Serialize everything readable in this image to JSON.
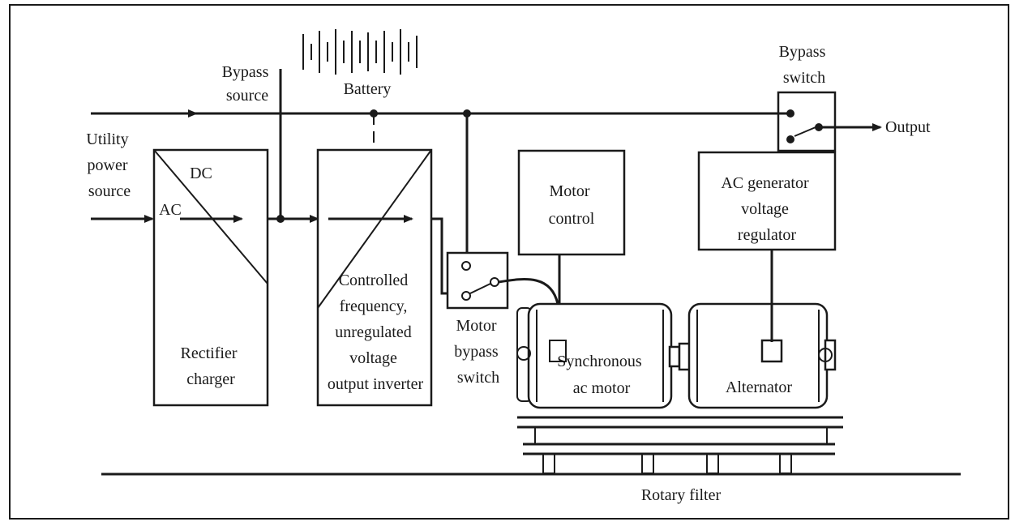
{
  "labels": {
    "bypass_source": [
      "Bypass",
      "source"
    ],
    "battery": "Battery",
    "utility_power_source": [
      "Utility",
      "power",
      "source"
    ],
    "dc": "DC",
    "ac": "AC",
    "rectifier_charger": [
      "Rectifier",
      "charger"
    ],
    "inverter": [
      "Controlled",
      "frequency,",
      "unregulated",
      "voltage",
      "output inverter"
    ],
    "motor_bypass_switch": [
      "Motor",
      "bypass",
      "switch"
    ],
    "motor_control": [
      "Motor",
      "control"
    ],
    "synchronous_ac_motor": [
      "Synchronous",
      "ac motor"
    ],
    "bypass_switch": [
      "Bypass",
      "switch"
    ],
    "output": "Output",
    "ac_generator_voltage_regulator": [
      "AC generator",
      "voltage",
      "regulator"
    ],
    "alternator": "Alternator",
    "rotary_filter": "Rotary filter"
  }
}
